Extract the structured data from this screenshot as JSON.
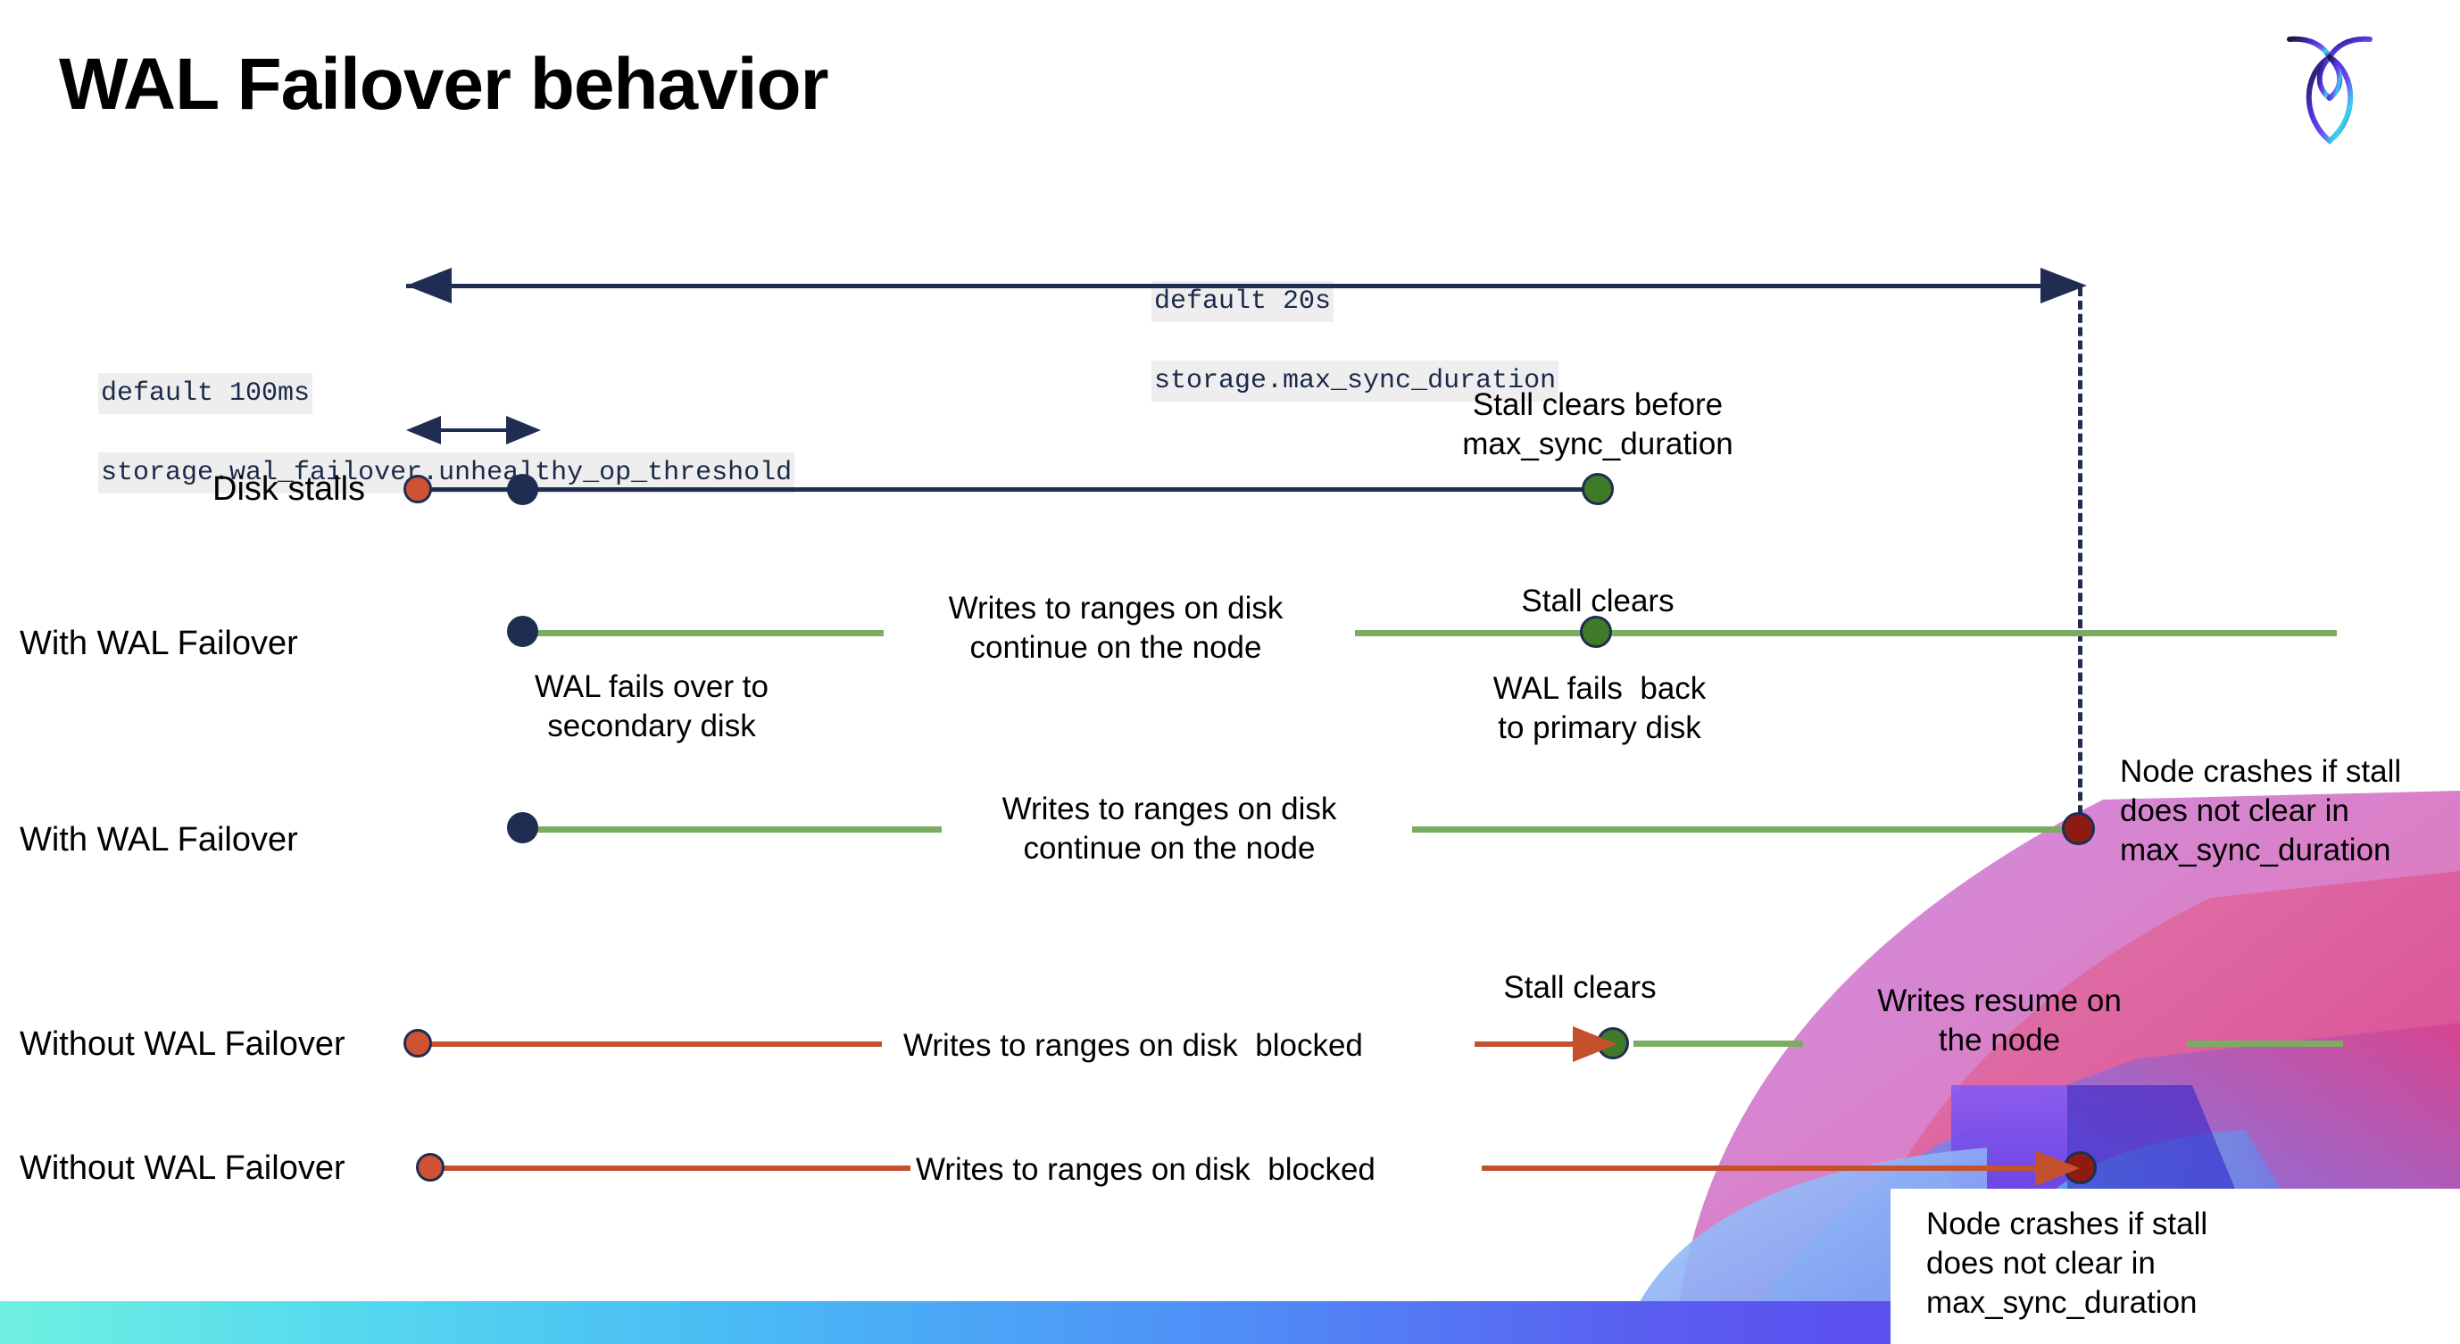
{
  "slide": {
    "title": "WAL Failover behavior",
    "logo_name": "cockroachdb-logo"
  },
  "annotations": {
    "max_sync": {
      "line1": "default 20s",
      "line2": "storage.max_sync_duration"
    },
    "unhealthy_op": {
      "line1": "default 100ms",
      "line2": "storage.wal_failover.unhealthy_op_threshold"
    }
  },
  "rows": [
    {
      "label": "Disk stalls",
      "notes": [
        {
          "text": "Stall clears before\nmax_sync_duration"
        }
      ]
    },
    {
      "label": "With WAL Failover",
      "notes": [
        {
          "text": "Writes to ranges on disk\ncontinue on the node"
        },
        {
          "text": "WAL fails over to\nsecondary disk"
        },
        {
          "text": "Stall clears"
        },
        {
          "text": "WAL fails  back\nto primary disk"
        }
      ]
    },
    {
      "label": "With WAL Failover",
      "notes": [
        {
          "text": "Writes to ranges on disk\ncontinue on the node"
        },
        {
          "text": "Node crashes if stall\ndoes not clear in\nmax_sync_duration"
        }
      ]
    },
    {
      "label": "Without WAL Failover",
      "notes": [
        {
          "text": "Writes to ranges on disk  blocked"
        },
        {
          "text": "Stall clears"
        },
        {
          "text": "Writes resume on\nthe node"
        }
      ]
    },
    {
      "label": "Without WAL Failover",
      "notes": [
        {
          "text": "Writes to ranges on disk  blocked"
        },
        {
          "text": "Node crashes if stall\ndoes not clear in\nmax_sync_duration"
        }
      ]
    }
  ],
  "colors": {
    "navy": "#1f2d52",
    "green_line": "#7aad62",
    "green_dot": "#3f7a28",
    "red_line": "#c4512e",
    "orange_dot": "#cf5232",
    "dark_red_dot": "#8e1b12",
    "code_bg": "#eeeeee"
  }
}
